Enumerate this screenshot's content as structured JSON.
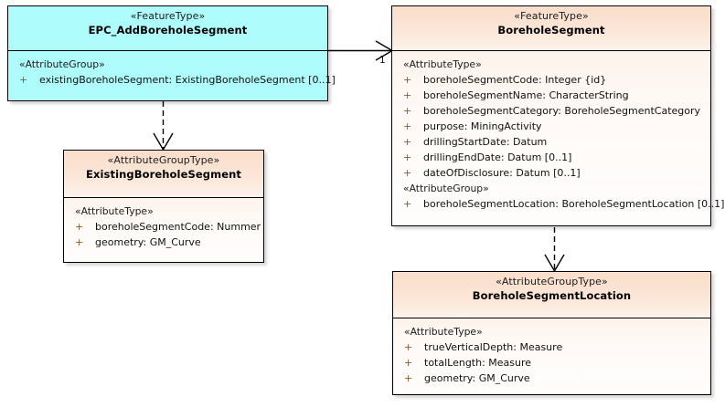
{
  "diagram": {
    "type": "uml-class-diagram",
    "title": "EPC_AddBoreholeSegment",
    "background_color": "#ffffff",
    "classes": [
      {
        "id": "epc-add-borehole-segment",
        "stereotype": "«FeatureType»",
        "name": "EPC_AddBoreholeSegment",
        "fill_color": "#AEFCFC",
        "border_color": "#000000",
        "compartments": [
          {
            "group_label": "«AttributeGroup»",
            "attributes": [
              {
                "visibility": "+",
                "signature": "existingBoreholeSegment: ExistingBoreholeSegment [0..1]"
              }
            ]
          }
        ]
      },
      {
        "id": "borehole-segment",
        "stereotype": "«FeatureType»",
        "name": "BoreholeSegment",
        "fill_color": "#FBE4D3",
        "border_color": "#000000",
        "compartments": [
          {
            "group_label": "«AttributeType»",
            "attributes": [
              {
                "visibility": "+",
                "signature": "boreholeSegmentCode: Integer {id}"
              },
              {
                "visibility": "+",
                "signature": "boreholeSegmentName: CharacterString"
              },
              {
                "visibility": "+",
                "signature": "boreholeSegmentCategory: BoreholeSegmentCategory"
              },
              {
                "visibility": "+",
                "signature": "purpose: MiningActivity"
              },
              {
                "visibility": "+",
                "signature": "drillingStartDate: Datum"
              },
              {
                "visibility": "+",
                "signature": "drillingEndDate: Datum [0..1]"
              },
              {
                "visibility": "+",
                "signature": "dateOfDisclosure: Datum [0..1]"
              }
            ]
          },
          {
            "group_label": "«AttributeGroup»",
            "attributes": [
              {
                "visibility": "+",
                "signature": "boreholeSegmentLocation: BoreholeSegmentLocation [0..1]"
              }
            ]
          }
        ]
      },
      {
        "id": "existing-borehole-segment",
        "stereotype": "«AttributeGroupType»",
        "name": "ExistingBoreholeSegment",
        "fill_color": "#FBE4D3",
        "border_color": "#000000",
        "compartments": [
          {
            "group_label": "«AttributeType»",
            "attributes": [
              {
                "visibility": "+",
                "signature": "boreholeSegmentCode: Nummer"
              },
              {
                "visibility": "+",
                "signature": "geometry: GM_Curve"
              }
            ]
          }
        ]
      },
      {
        "id": "borehole-segment-location",
        "stereotype": "«AttributeGroupType»",
        "name": "BoreholeSegmentLocation",
        "fill_color": "#FBE4D3",
        "border_color": "#000000",
        "compartments": [
          {
            "group_label": "«AttributeType»",
            "attributes": [
              {
                "visibility": "+",
                "signature": "trueVerticalDepth: Measure"
              },
              {
                "visibility": "+",
                "signature": "totalLength: Measure"
              },
              {
                "visibility": "+",
                "signature": "geometry: GM_Curve"
              }
            ]
          }
        ]
      }
    ],
    "connectors": [
      {
        "id": "assoc-epc-to-boreholesegment",
        "kind": "association",
        "style": "solid",
        "arrow": "open",
        "from": "epc-add-borehole-segment",
        "to": "borehole-segment",
        "target_multiplicity": "1"
      },
      {
        "id": "dep-epc-to-existing",
        "kind": "dependency",
        "style": "dashed",
        "arrow": "open",
        "from": "epc-add-borehole-segment",
        "to": "existing-borehole-segment",
        "target_multiplicity": ""
      },
      {
        "id": "dep-boreholesegment-to-location",
        "kind": "dependency",
        "style": "dashed",
        "arrow": "open",
        "from": "borehole-segment",
        "to": "borehole-segment-location",
        "target_multiplicity": ""
      }
    ]
  }
}
